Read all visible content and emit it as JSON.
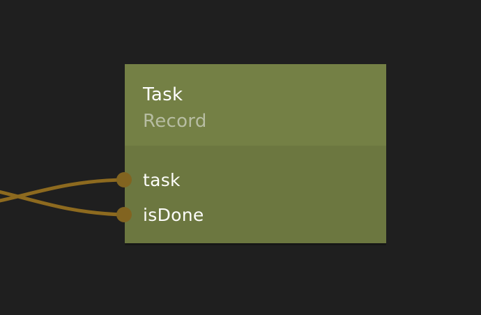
{
  "canvas": {
    "background_color": "#1f1f1f"
  },
  "node": {
    "title": "Task",
    "subtitle": "Record",
    "header_color": "#748045",
    "body_color": "#6c7740",
    "fields": [
      {
        "label": "task"
      },
      {
        "label": "isDone"
      }
    ],
    "port_color": "#826420",
    "wire_color": "#8d6a1f"
  }
}
